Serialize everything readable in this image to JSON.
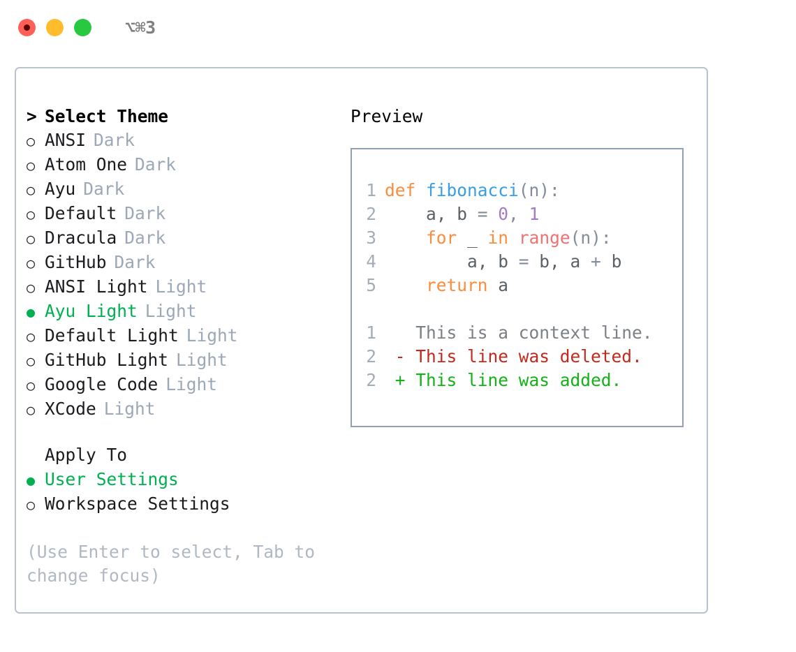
{
  "titlebar": {
    "shortcut": "⌥⌘3",
    "lights": [
      "close-red",
      "minimize-yellow",
      "maximize-green"
    ]
  },
  "theme_picker": {
    "header": {
      "caret": ">",
      "label": "Select Theme"
    },
    "markers": {
      "unselected": "○",
      "selected": "●"
    },
    "items": [
      {
        "label": "ANSI",
        "tag": "Dark",
        "selected": false
      },
      {
        "label": "Atom One",
        "tag": "Dark",
        "selected": false
      },
      {
        "label": "Ayu",
        "tag": "Dark",
        "selected": false
      },
      {
        "label": "Default",
        "tag": "Dark",
        "selected": false
      },
      {
        "label": "Dracula",
        "tag": "Dark",
        "selected": false
      },
      {
        "label": "GitHub",
        "tag": "Dark",
        "selected": false
      },
      {
        "label": "ANSI Light",
        "tag": "Light",
        "selected": false
      },
      {
        "label": "Ayu Light",
        "tag": "Light",
        "selected": true
      },
      {
        "label": "Default Light",
        "tag": "Light",
        "selected": false
      },
      {
        "label": "GitHub Light",
        "tag": "Light",
        "selected": false
      },
      {
        "label": "Google Code",
        "tag": "Light",
        "selected": false
      },
      {
        "label": "XCode",
        "tag": "Light",
        "selected": false
      }
    ]
  },
  "apply_to": {
    "title": "Apply To",
    "options": [
      {
        "label": "User Settings",
        "selected": true
      },
      {
        "label": "Workspace Settings",
        "selected": false
      }
    ]
  },
  "hint": "(Use Enter to select, Tab to change focus)",
  "preview": {
    "title": "Preview",
    "code_lines": [
      {
        "num": "1",
        "tokens": [
          {
            "t": "def ",
            "c": "kw"
          },
          {
            "t": "fibonacci",
            "c": "fn"
          },
          {
            "t": "(n):",
            "c": "pun"
          }
        ]
      },
      {
        "num": "2",
        "tokens": [
          {
            "t": "    a, b ",
            "c": "var"
          },
          {
            "t": "= ",
            "c": "pun"
          },
          {
            "t": "0",
            "c": "num"
          },
          {
            "t": ", ",
            "c": "pun"
          },
          {
            "t": "1",
            "c": "num"
          }
        ]
      },
      {
        "num": "3",
        "tokens": [
          {
            "t": "    ",
            "c": "var"
          },
          {
            "t": "for ",
            "c": "kw"
          },
          {
            "t": "_ ",
            "c": "var"
          },
          {
            "t": "in ",
            "c": "kw"
          },
          {
            "t": "range",
            "c": "bi"
          },
          {
            "t": "(n):",
            "c": "pun"
          }
        ]
      },
      {
        "num": "4",
        "tokens": [
          {
            "t": "        a, b ",
            "c": "var"
          },
          {
            "t": "= ",
            "c": "pun"
          },
          {
            "t": "b, a ",
            "c": "var"
          },
          {
            "t": "+ ",
            "c": "pun"
          },
          {
            "t": "b",
            "c": "var"
          }
        ]
      },
      {
        "num": "5",
        "tokens": [
          {
            "t": "    ",
            "c": "var"
          },
          {
            "t": "return ",
            "c": "kw"
          },
          {
            "t": "a",
            "c": "var"
          }
        ]
      }
    ],
    "diff_lines": [
      {
        "num": "1",
        "sign": " ",
        "text": "This is a context line.",
        "kind": "ctx"
      },
      {
        "num": "2",
        "sign": "-",
        "text": "This line was deleted.",
        "kind": "del"
      },
      {
        "num": "2",
        "sign": "+",
        "text": "This line was added.",
        "kind": "add"
      }
    ]
  },
  "colors": {
    "accent_green": "#00b050",
    "tag_gray": "#9ca8b8",
    "hint_gray": "#b0b8c4",
    "panel_border": "#b9c2ce",
    "preview_border": "#92a0b3",
    "kw_orange": "#fa8d3e",
    "fn_blue": "#399ee6",
    "num_purple": "#a37acc",
    "builtin_red": "#f07171",
    "punct_gray": "#838c99",
    "diff_del": "#c22a1d",
    "diff_add": "#13b317"
  }
}
